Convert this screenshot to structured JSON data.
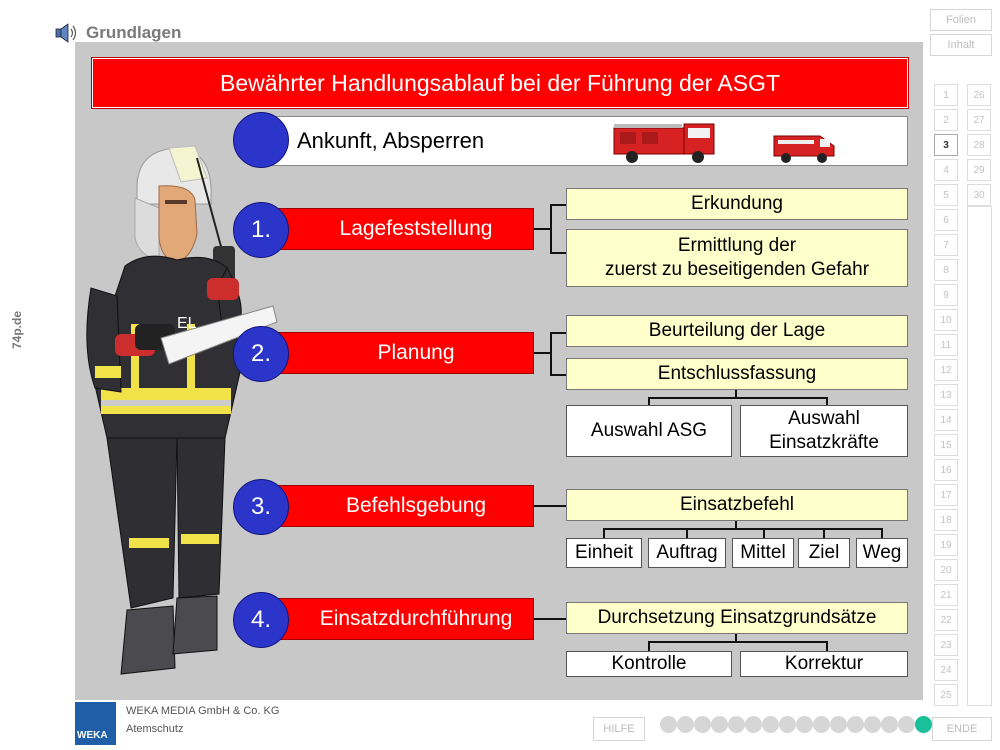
{
  "header": {
    "section_title": "Grundlagen",
    "speaker_icon": "speaker-icon"
  },
  "side_label": "74p.de",
  "slide": {
    "title": "Bewährter Handlungsablauf bei der Führung der ASGT",
    "arrival": "Ankunft, Absperren",
    "figure_label": "EL",
    "steps": [
      {
        "num": "1.",
        "label": "Lagefeststellung"
      },
      {
        "num": "2.",
        "label": "Planung"
      },
      {
        "num": "3.",
        "label": "Befehlsgebung"
      },
      {
        "num": "4.",
        "label": "Einsatzdurchführung"
      }
    ],
    "step1_boxes": [
      "Erkundung",
      "Ermittlung der",
      "zuerst zu beseitigenden Gefahr"
    ],
    "step2_boxes": [
      "Beurteilung der Lage",
      "Entschlussfassung"
    ],
    "step2_options": [
      "Auswahl ASG",
      "Auswahl",
      "Einsatzkräfte"
    ],
    "step3_box": "Einsatzbefehl",
    "step3_items": [
      "Einheit",
      "Auftrag",
      "Mittel",
      "Ziel",
      "Weg"
    ],
    "step4_box": "Durchsetzung Einsatzgrundsätze",
    "step4_items": [
      "Kontrolle",
      "Korrektur"
    ]
  },
  "nav": {
    "folien": "Folien",
    "inhalt": "Inhalt",
    "col1": [
      "1",
      "2",
      "3",
      "4",
      "5",
      "6",
      "7",
      "8",
      "9",
      "10",
      "11",
      "12",
      "13",
      "14",
      "15",
      "16",
      "17",
      "18",
      "19",
      "20",
      "21",
      "22",
      "23",
      "24",
      "25"
    ],
    "col2": [
      "26",
      "27",
      "28",
      "29",
      "30"
    ],
    "active": "3"
  },
  "footer": {
    "logo_text": "WEKA",
    "company": "WEKA MEDIA GmbH & Co. KG",
    "subject": "Atemschutz",
    "hilfe": "HILFE",
    "ende": "ENDE",
    "progress_total": 16,
    "progress_current": 16
  },
  "colors": {
    "accent_red": "#ff0000",
    "circle_blue": "#2b35c9",
    "box_yellow": "#ffffcc",
    "slide_gray": "#c8c8c8",
    "progress_active": "#19c09a"
  }
}
